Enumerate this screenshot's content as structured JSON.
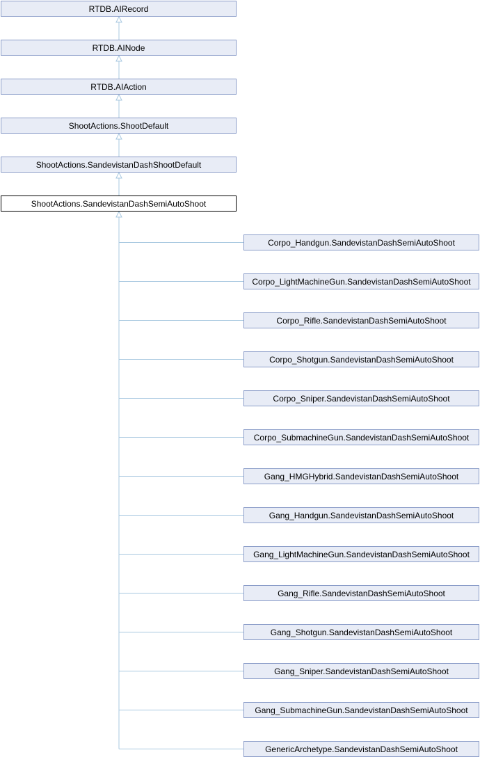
{
  "diagram": {
    "ancestors": [
      "RTDB.AIRecord",
      "RTDB.AINode",
      "RTDB.AIAction",
      "ShootActions.ShootDefault",
      "ShootActions.SandevistanDashShootDefault"
    ],
    "current": "ShootActions.SandevistanDashSemiAutoShoot",
    "children": [
      "Corpo_Handgun.SandevistanDashSemiAutoShoot",
      "Corpo_LightMachineGun.SandevistanDashSemiAutoShoot",
      "Corpo_Rifle.SandevistanDashSemiAutoShoot",
      "Corpo_Shotgun.SandevistanDashSemiAutoShoot",
      "Corpo_Sniper.SandevistanDashSemiAutoShoot",
      "Corpo_SubmachineGun.SandevistanDashSemiAutoShoot",
      "Gang_HMGHybrid.SandevistanDashSemiAutoShoot",
      "Gang_Handgun.SandevistanDashSemiAutoShoot",
      "Gang_LightMachineGun.SandevistanDashSemiAutoShoot",
      "Gang_Rifle.SandevistanDashSemiAutoShoot",
      "Gang_Shotgun.SandevistanDashSemiAutoShoot",
      "Gang_Sniper.SandevistanDashSemiAutoShoot",
      "Gang_SubmachineGun.SandevistanDashSemiAutoShoot",
      "GenericArchetype.SandevistanDashSemiAutoShoot"
    ],
    "colors": {
      "box_fill": "#e8ecf6",
      "box_border": "#8a9cc8",
      "current_border": "#000000",
      "edge": "#a8c8e0"
    }
  }
}
